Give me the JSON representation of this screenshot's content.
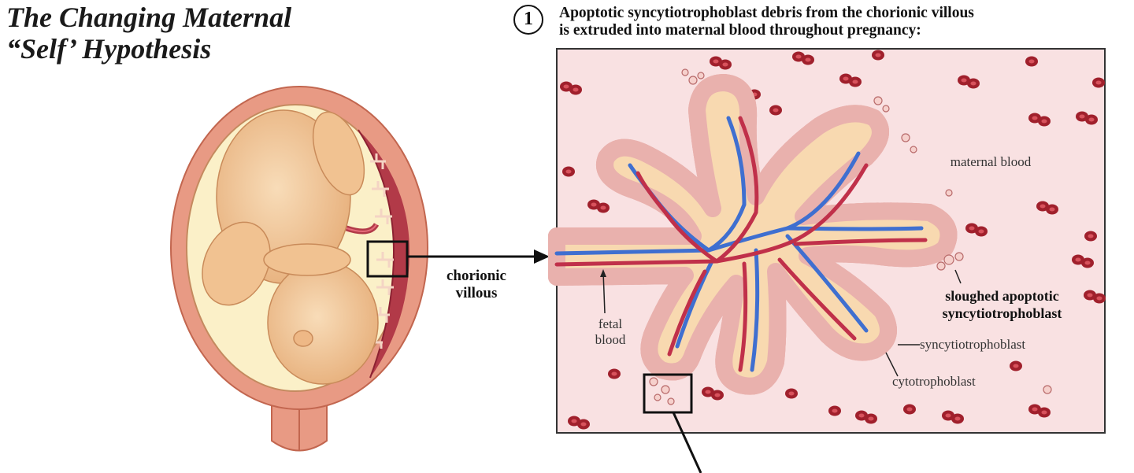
{
  "title": {
    "line1": "The Changing Maternal",
    "line2": "“Self’ Hypothesis"
  },
  "step": {
    "number": "1",
    "heading_line1": "Apoptotic syncytiotrophoblast debris from the chorionic villous",
    "heading_line2": "is extruded into maternal blood throughout pregnancy:"
  },
  "labels": {
    "chorionic_villous_line1": "chorionic",
    "chorionic_villous_line2": "villous",
    "maternal_blood": "maternal blood",
    "fetal_blood_line1": "fetal",
    "fetal_blood_line2": "blood",
    "sloughed_line1": "sloughed apoptotic",
    "sloughed_line2": "syncytiotrophoblast",
    "syncytiotrophoblast": "syncytiotrophoblast",
    "cytotrophoblast": "cytotrophoblast"
  },
  "colors": {
    "uterus_wall": "#e89a84",
    "uterus_outline": "#c2664f",
    "amniotic": "#fbf0c8",
    "fetus": "#f3c79b",
    "placenta": "#b23a48",
    "maternal_blood_bg": "#f9e1e2",
    "red_cell": "#a0202c",
    "vessel_red": "#c0304a",
    "vessel_blue": "#3f6fd0",
    "villus_fill": "#f8d9b0",
    "villus_rim": "#f4c7c3"
  }
}
